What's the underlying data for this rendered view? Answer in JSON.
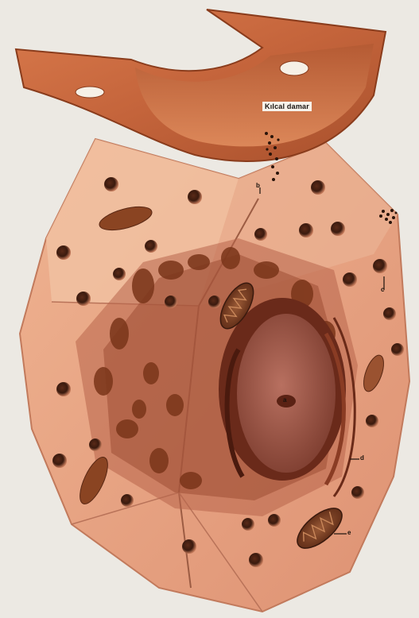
{
  "image": {
    "subject": "cell-cross-section-illustration",
    "palette": {
      "paper": "#ece9e3",
      "vessel": "#c8693f",
      "cytoplasm": "#e7a27f",
      "cut_face": "#d88e71",
      "organelle": "#7a3b22",
      "nucleus": "#a05a48",
      "dark": "#3b1a0e"
    }
  },
  "labels": {
    "vessel": "Kılcal damar",
    "a": "a",
    "b": "b",
    "c": "c",
    "d": "d",
    "e": "e"
  }
}
